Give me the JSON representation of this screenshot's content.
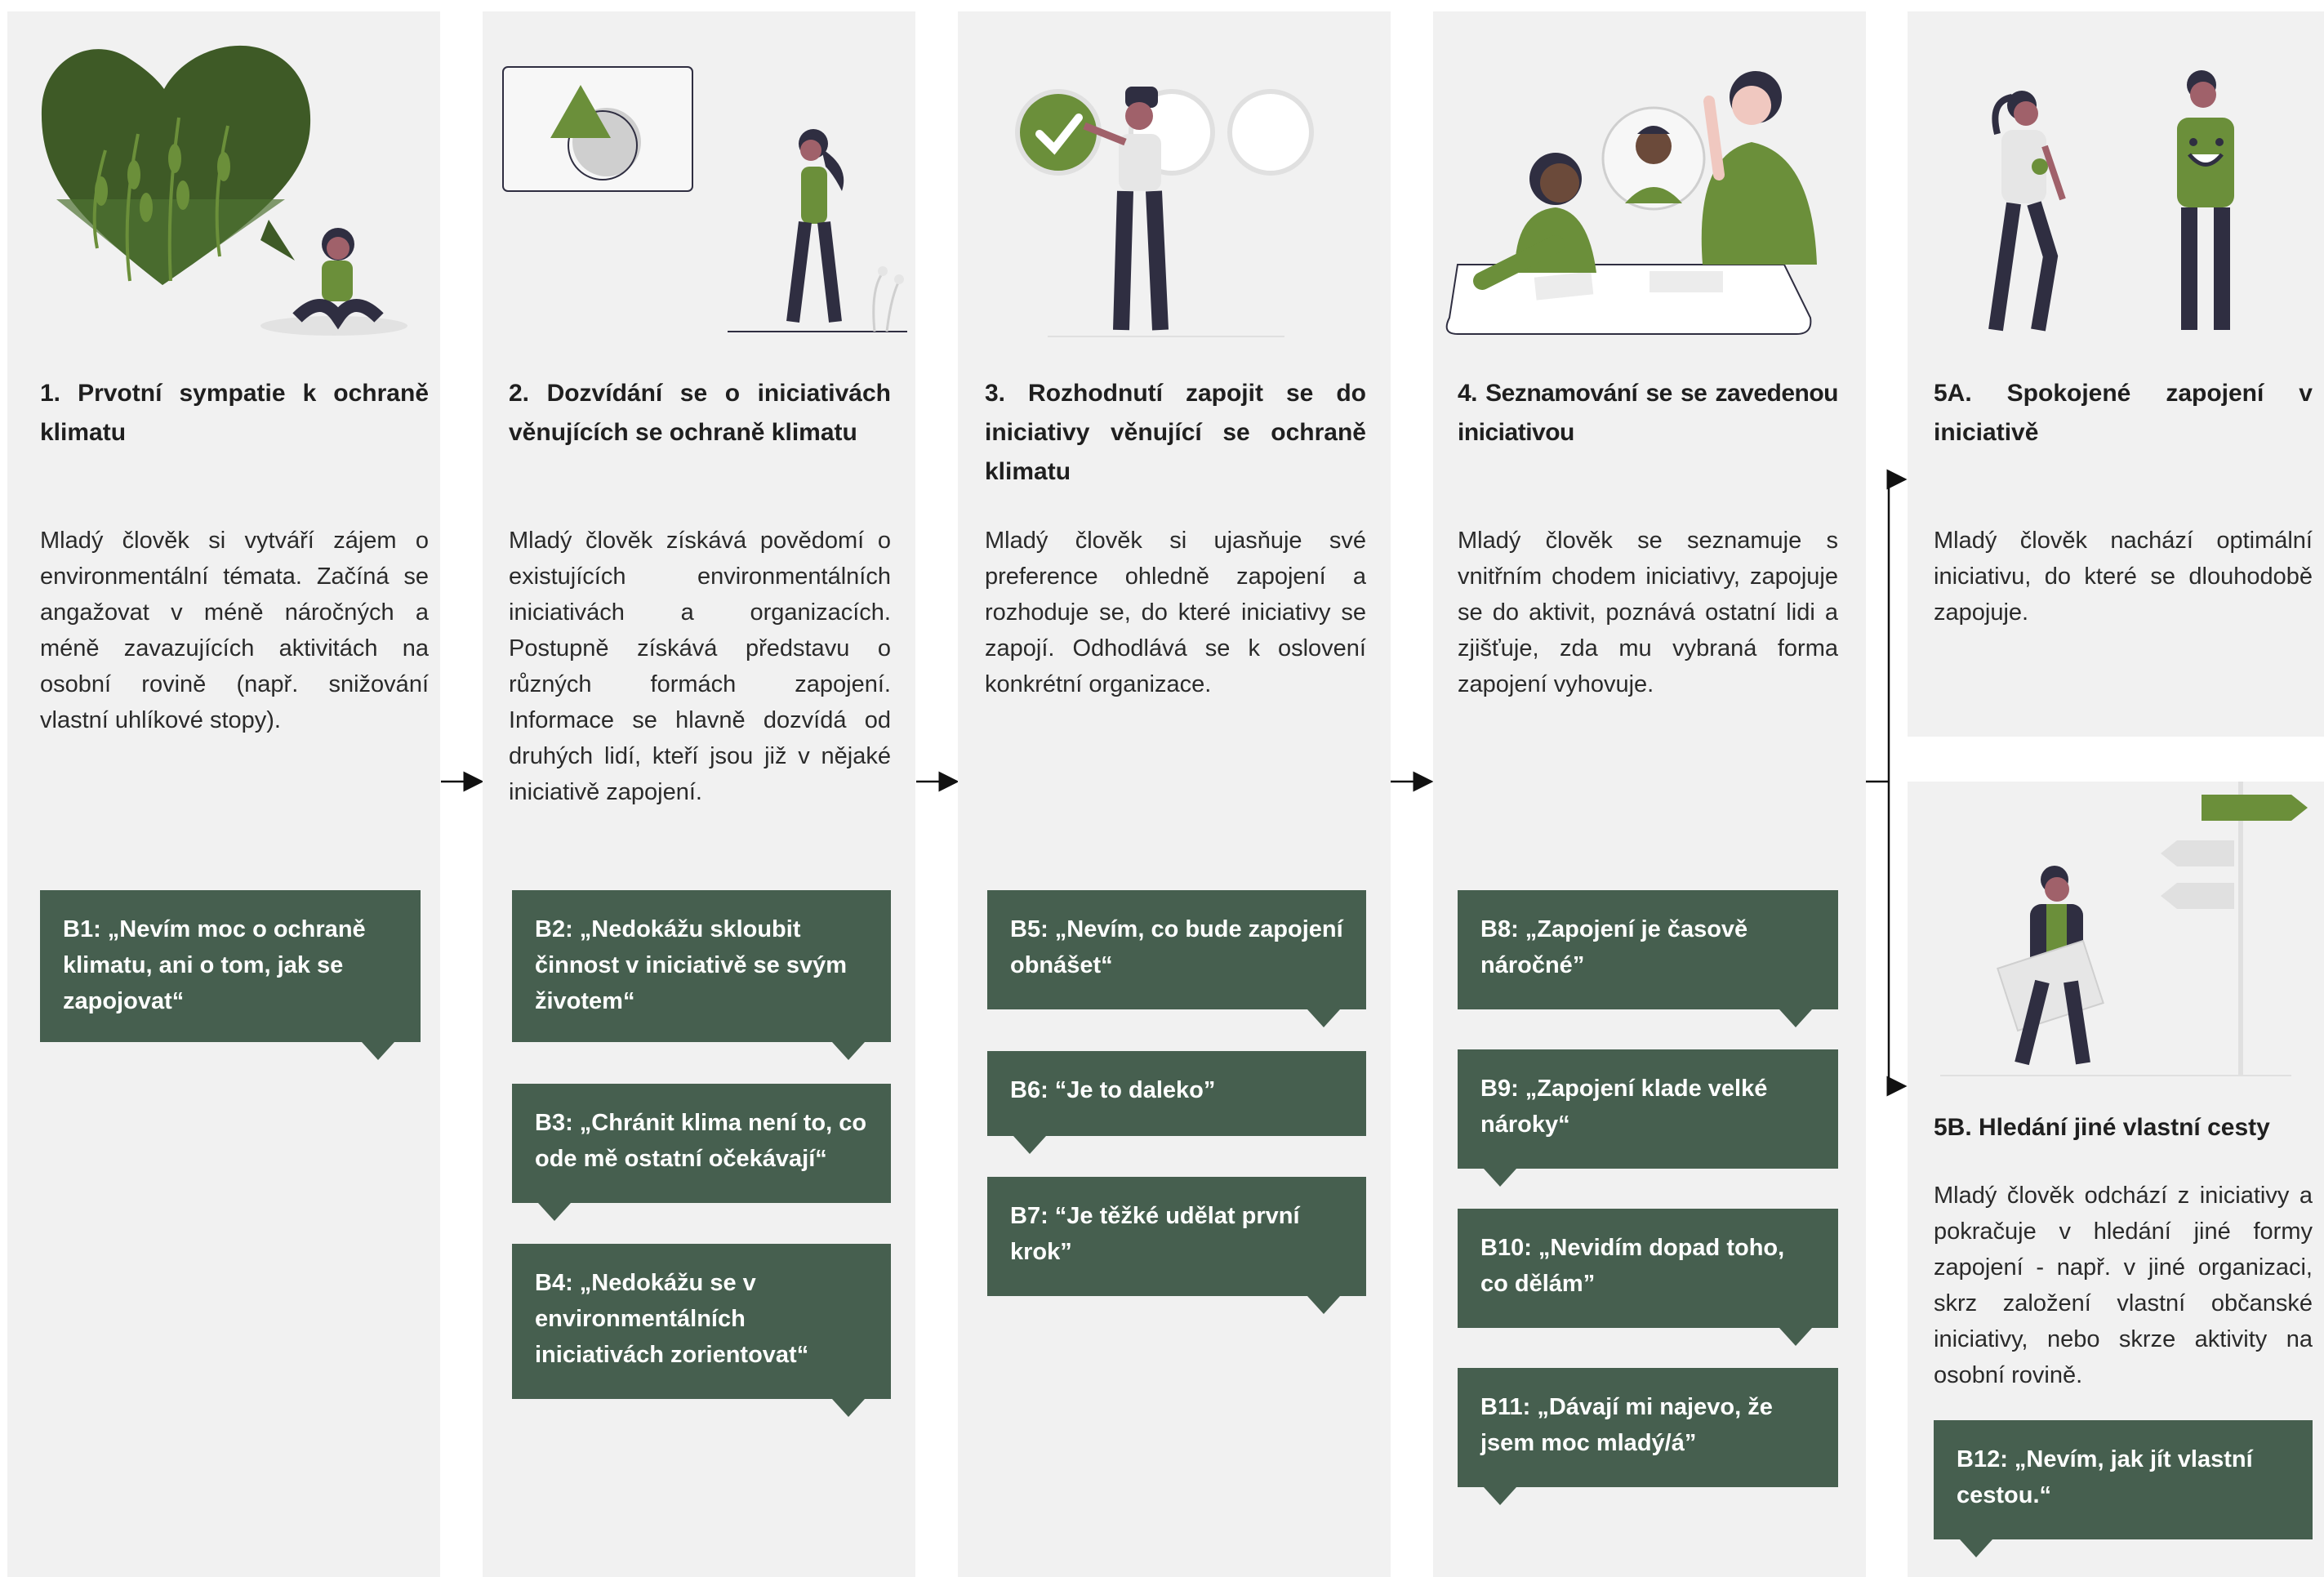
{
  "stages": [
    {
      "title": "1. Prvotní sympatie k ochraně klimatu",
      "description": "Mladý člověk si vytváří zájem o environmentální témata. Začíná se angažovat v méně náročných a méně zavazujících aktivitách na osobní rovině (např. snižování vlastní uhlíkové stopy).",
      "barriers": [
        "B1: „Nevím moc o ochraně klimatu, ani o tom, jak se zapojovat“"
      ]
    },
    {
      "title": "2. Dozvídání se o iniciativách věnujících se ochraně klimatu",
      "description": "Mladý člověk získává povědomí o existujících environmentálních iniciativách a organizacích. Postupně získává představu o různých formách zapojení. Informace se hlavně dozvídá od druhých lidí, kteří jsou již v nějaké iniciativě zapojení.",
      "barriers": [
        "B2: „Nedokážu skloubit činnost v iniciativě se svým životem“",
        "B3: „Chránit klima není to, co ode mě ostatní očekávají“",
        "B4: „Nedokážu se v environmentálních iniciativách zorientovat“"
      ]
    },
    {
      "title": "3. Rozhodnutí zapojit se do iniciativy věnující se ochraně klimatu",
      "description": "Mladý člověk si ujasňuje své preference ohledně zapojení a rozhoduje se, do které iniciativy se zapojí. Odhodlává se k oslovení konkrétní organizace.",
      "barriers": [
        "B5: „Nevím, co bude zapojení obnášet“",
        "B6: “Je to daleko”",
        "B7: “Je těžké udělat první krok”"
      ]
    },
    {
      "title": "4. Seznamování se se zavedenou iniciativou",
      "description": "Mladý člověk se seznamuje s vnitřním chodem iniciativy, zapojuje se do aktivit, poznává ostatní lidi a zjišťuje, zda mu vybraná forma zapojení vyhovuje.",
      "barriers": [
        "B8: „Zapojení je časově náročné”",
        "B9: „Zapojení klade velké nároky“",
        "B10: „Nevidím dopad toho, co dělám”",
        "B11: „Dávají mi najevo, že jsem moc mladý/á”"
      ]
    },
    {
      "title": "5A. Spokojené zapojení v iniciativě",
      "description": "Mladý člověk nachází optimální iniciativu, do které se dlouhodobě zapojuje.",
      "barriers": []
    },
    {
      "title": "5B. Hledání jiné vlastní cesty",
      "description": "Mladý člověk odchází z iniciativy a pokračuje v hledání jiné formy zapojení - např. v jiné organizaci, skrz založení vlastní občanské iniciativy, nebo skrze aktivity na osobní rovině.",
      "barriers": [
        "B12: „Nevím, jak jít vlastní cestou.“"
      ]
    }
  ],
  "colors": {
    "panel": "#f1f1f1",
    "box": "#465f4f",
    "accent_green": "#6b8f3a",
    "dark_green": "#3e5a26",
    "figure_dark": "#2f2e41"
  }
}
